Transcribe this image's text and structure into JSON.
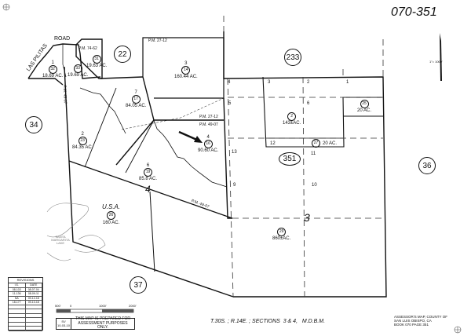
{
  "map_number": "070-351",
  "scale_note": "1\"= 1000'",
  "road_parts": [
    "LAS PILITAS",
    "ROAD"
  ],
  "adjacent_pages": [
    "22",
    "233",
    "34",
    "36",
    "37"
  ],
  "page_oval": "351",
  "section_numbers": [
    "3",
    "4"
  ],
  "parcels": [
    {
      "num": "14",
      "acres": "160.44 AC.",
      "lot": "3"
    },
    {
      "num": "17",
      "acres": "84.05 AC.",
      "lot": "7"
    },
    {
      "num": "16",
      "acres": "90.60 AC.",
      "lot": "4"
    },
    {
      "num": "23",
      "acres": "84.35 AC.",
      "lot": "2"
    },
    {
      "num": "19",
      "acres": "85.8 AC.",
      "lot": "6"
    },
    {
      "num": "32",
      "acres": "18.69 AC.",
      "lot": "1"
    },
    {
      "num": "33",
      "acres": "19.69 AC.",
      "lot": ""
    },
    {
      "num": "31",
      "acres": "19.63 AC.",
      "lot": ""
    },
    {
      "num": "26",
      "acres": "160 AC.",
      "owner": "U.S.A."
    },
    {
      "num": "2",
      "acres": "143±AC."
    },
    {
      "num": "25",
      "acres": "20 AC."
    },
    {
      "num": "27",
      "acres": "20 AC."
    },
    {
      "num": "29",
      "acres": "860±AC."
    }
  ],
  "lot_numbers": [
    "1",
    "2",
    "3",
    "4",
    "5",
    "6",
    "9",
    "10",
    "11",
    "12",
    "13"
  ],
  "parcel_map_refs": [
    "P.M. 74-62",
    "P.M. 27-12",
    "P.M. 27-12",
    "P.M. 49-07",
    "P.M. 49-07",
    "P.M. 49-07"
  ],
  "lake_label": "SANTA MARGARITA LAKE",
  "revisions": {
    "title": "REVISIONS",
    "headers": [
      "I.S.",
      "DATE"
    ],
    "rows": [
      [
        "08-103",
        "08-07-04"
      ],
      [
        "11-136",
        "08-09-11"
      ],
      [
        "NA",
        "09-12-18"
      ],
      [
        "18-177",
        "09-10-18"
      ]
    ]
  },
  "scale_bar": {
    "labels": [
      "500'",
      "0",
      "1000'",
      "2000'"
    ]
  },
  "drafter": {
    "initials": "SV",
    "date": "10-03-10"
  },
  "disclaimer": "THIS MAP IS PREPARED FOR ASSESSMENT PURPOSES ONLY.",
  "legal_description": "T.30S. ; R.14E. ; SECTIONS  3 & 4,   M.D.B.M.",
  "assessor_note": [
    "ASSESSOR'S MAP, COUNTY OF",
    "SAN LUIS OBISPO, CA",
    "BOOK 070  PAGE 351"
  ]
}
